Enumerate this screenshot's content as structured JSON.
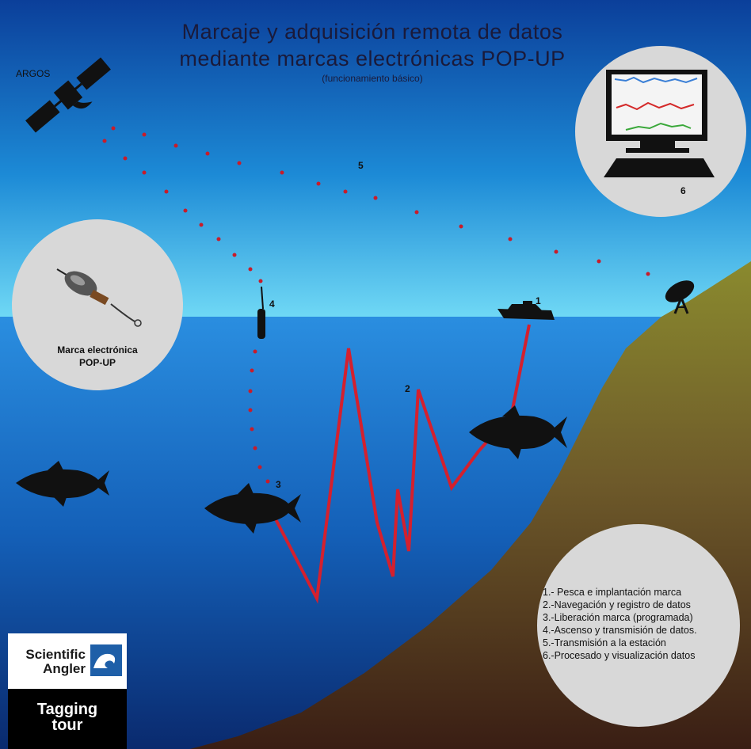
{
  "title_line1": "Marcaje y adquisición remota de datos",
  "title_line2": "mediante marcas electrónicas POP-UP",
  "subtitle": "(funcionamiento básico)",
  "satellite_label": "ARGOS",
  "tag_label_line1": "Marca electrónica",
  "tag_label_line2": "POP-UP",
  "step_numbers": {
    "boat": "1",
    "navigation": "2",
    "release": "3",
    "ascent": "4",
    "transmission": "5",
    "computer": "6"
  },
  "legend": [
    "1.- Pesca e implantación marca",
    "2.-Navegación y registro de datos",
    "3.-Liberación marca  (programada)",
    "4.-Ascenso y transmisión de datos.",
    "5.-Transmisión a la estación",
    "6.-Procesado y visualización datos"
  ],
  "logo": {
    "brand_line1": "Scientific",
    "brand_line2": "Angler",
    "tour_line1": "Tagging",
    "tour_line2": "tour"
  },
  "colors": {
    "sky_top": "#0b3f9a",
    "sky_horizon": "#6fd8f5",
    "sea_top": "#1f7fd6",
    "sea_bottom": "#0a2a6e",
    "seabed_top": "#8a8a2e",
    "seabed_bottom": "#3a1e14",
    "track": "#d4202e",
    "dots": "#c81c2a"
  }
}
